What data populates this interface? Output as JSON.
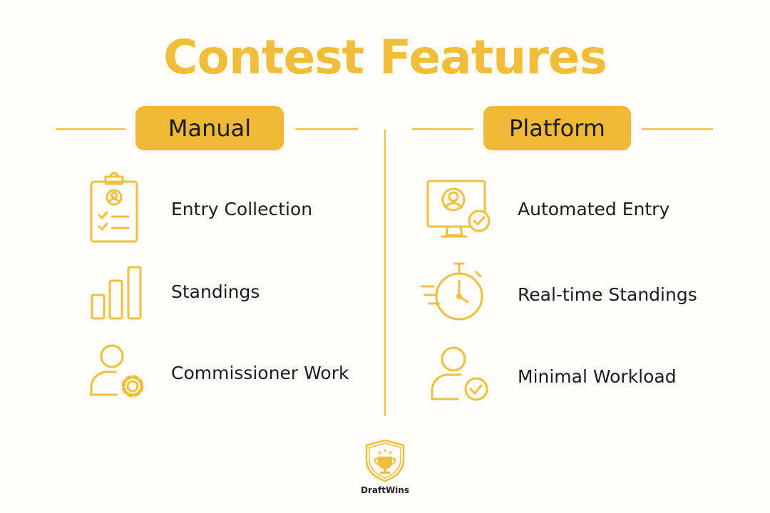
{
  "title": "Contest Features",
  "columns": [
    {
      "header": "Manual",
      "items": [
        {
          "label": "Entry Collection",
          "icon": "clipboard-checklist-icon"
        },
        {
          "label": "Standings",
          "icon": "bar-chart-icon"
        },
        {
          "label": "Commissioner Work",
          "icon": "user-gear-icon"
        }
      ]
    },
    {
      "header": "Platform",
      "items": [
        {
          "label": "Automated Entry",
          "icon": "monitor-user-check-icon"
        },
        {
          "label": "Real-time Standings",
          "icon": "stopwatch-icon"
        },
        {
          "label": "Minimal Workload",
          "icon": "user-check-icon"
        }
      ]
    }
  ],
  "brand": {
    "name": "DraftWins",
    "icon": "trophy-shield-icon"
  },
  "colors": {
    "accent": "#f0b935",
    "line": "#efbf3d",
    "text": "#1c1c1c"
  }
}
